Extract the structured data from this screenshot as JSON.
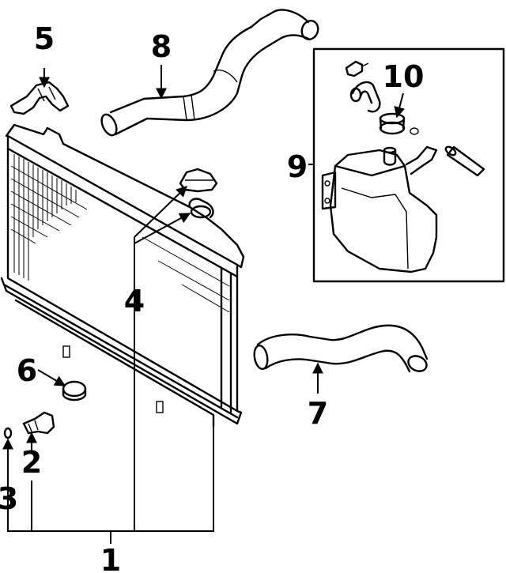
{
  "diagram": {
    "callouts": [
      {
        "id": "1",
        "label": "1"
      },
      {
        "id": "2",
        "label": "2"
      },
      {
        "id": "3",
        "label": "3"
      },
      {
        "id": "4",
        "label": "4"
      },
      {
        "id": "5",
        "label": "5"
      },
      {
        "id": "6",
        "label": "6"
      },
      {
        "id": "7",
        "label": "7"
      },
      {
        "id": "8",
        "label": "8"
      },
      {
        "id": "9",
        "label": "9"
      },
      {
        "id": "10",
        "label": "10"
      }
    ],
    "parts": [
      "radiator-assembly",
      "drain-cock",
      "o-ring",
      "radiator-cap",
      "upper-support",
      "drain-plug",
      "lower-hose",
      "upper-hose",
      "reservoir-tank",
      "reservoir-cap"
    ]
  }
}
